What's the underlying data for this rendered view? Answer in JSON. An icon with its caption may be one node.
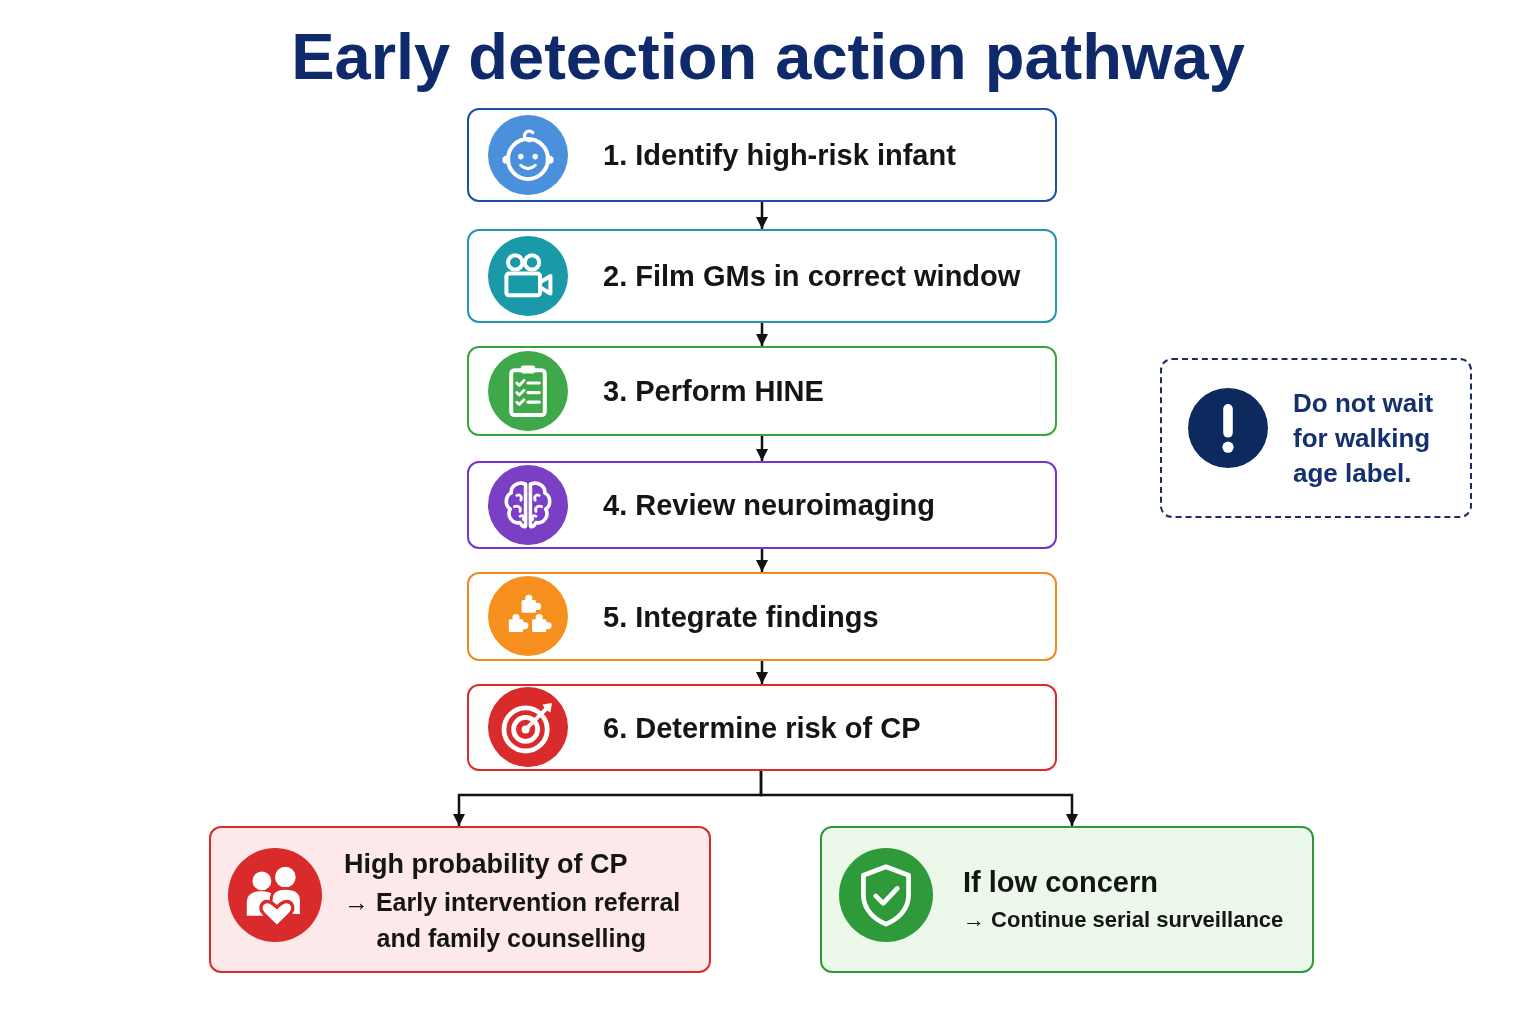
{
  "diagram": {
    "title": "Early detection action pathway",
    "nodes": [
      {
        "text": [
          "1. Identify high-risk infant"
        ]
      },
      {
        "text": [
          "2. Film GMs in correct window"
        ]
      },
      {
        "text": [
          "3. Perform HINE"
        ]
      },
      {
        "text": [
          "4. Review neuroimaging"
        ]
      },
      {
        "text": [
          "5. Integrate findings"
        ]
      },
      {
        "text": [
          "6. Determine risk of CP"
        ]
      },
      {
        "text": [
          "High probability of CP",
          "→ Early intervention referral and family counselling"
        ]
      },
      {
        "text": [
          "If low concern",
          "→ Continue serial surveillance"
        ]
      },
      {
        "text": [
          "Do not wait for walking age label."
        ]
      }
    ],
    "edges": [
      {
        "from": 0,
        "to": 1,
        "arrow": "to"
      },
      {
        "from": 1,
        "to": 2,
        "arrow": "to"
      },
      {
        "from": 2,
        "to": 3,
        "arrow": "to"
      },
      {
        "from": 3,
        "to": 4,
        "arrow": "to"
      },
      {
        "from": 4,
        "to": 5,
        "arrow": "to"
      },
      {
        "from": 5,
        "to": 6,
        "arrow": "to"
      },
      {
        "from": 5,
        "to": 7,
        "arrow": "to"
      }
    ]
  }
}
